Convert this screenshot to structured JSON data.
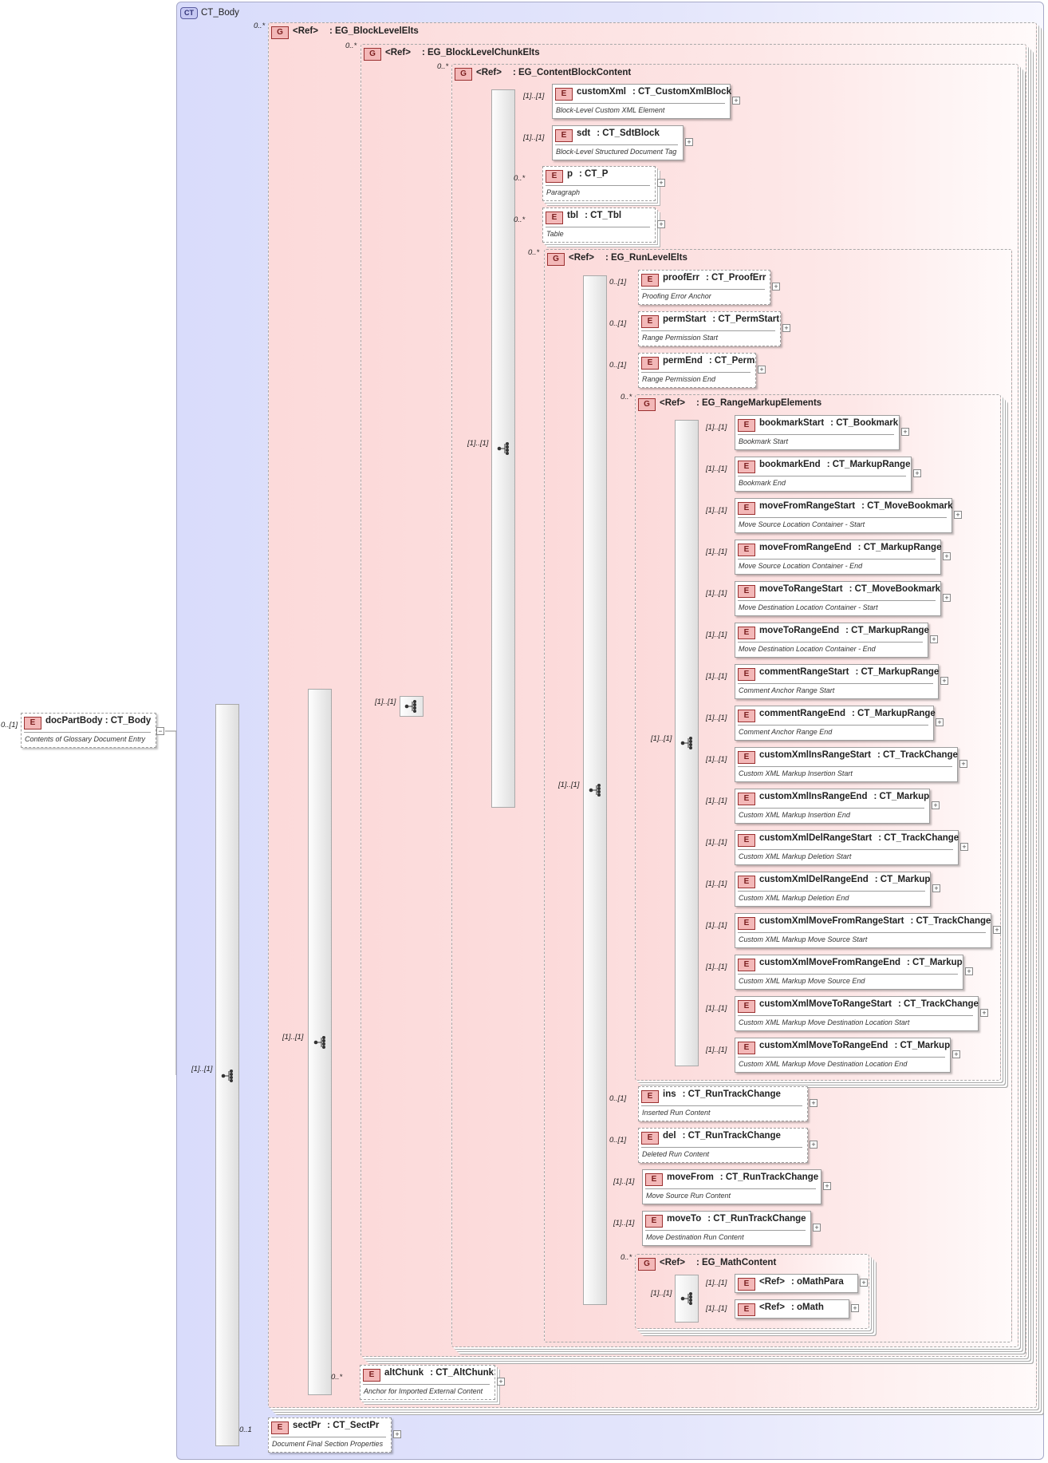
{
  "diagram": {
    "ct": {
      "badge": "CT",
      "name": "CT_Body"
    },
    "root": {
      "badge": "E",
      "name": "docPartBody",
      "type": ": CT_Body",
      "doc": "Contents of Glossary Document Entry",
      "card": "0..[1]",
      "toggle": "−"
    },
    "groups": {
      "block_level": {
        "badge": "G",
        "ref": "<Ref>",
        "name": ": EG_BlockLevelElts",
        "card": "0..*"
      },
      "chunk": {
        "badge": "G",
        "ref": "<Ref>",
        "name": ": EG_BlockLevelChunkElts",
        "card": "0..*"
      },
      "content_block": {
        "badge": "G",
        "ref": "<Ref>",
        "name": ": EG_ContentBlockContent",
        "card": "0..*"
      },
      "run_level": {
        "badge": "G",
        "ref": "<Ref>",
        "name": ": EG_RunLevelElts",
        "card": "0..*"
      },
      "range_markup": {
        "badge": "G",
        "ref": "<Ref>",
        "name": ": EG_RangeMarkupElements",
        "card": "0..*"
      },
      "math": {
        "badge": "G",
        "ref": "<Ref>",
        "name": ": EG_MathContent",
        "card": "0..*"
      }
    },
    "seq_cards": {
      "main": "[1]..[1]",
      "body_choice": "[1]..[1]",
      "chunk": "[1]..[1]",
      "content": "[1]..[1]",
      "run": "[1]..[1]",
      "range": "[1]..[1]",
      "math": "[1]..[1]"
    },
    "elements": [
      {
        "id": "customXml",
        "badge": "E",
        "name": "customXml",
        "type": ": CT_CustomXmlBlock",
        "doc": "Block-Level Custom XML Element",
        "card": "[1]..[1]",
        "toggle": "+"
      },
      {
        "id": "sdt",
        "badge": "E",
        "name": "sdt",
        "type": ": CT_SdtBlock",
        "doc": "Block-Level Structured Document Tag",
        "card": "[1]..[1]",
        "toggle": "+"
      },
      {
        "id": "p",
        "badge": "E",
        "name": "p",
        "type": ": CT_P",
        "doc": "Paragraph",
        "card": "0..*",
        "toggle": "+"
      },
      {
        "id": "tbl",
        "badge": "E",
        "name": "tbl",
        "type": ": CT_Tbl",
        "doc": "Table",
        "card": "0..*",
        "toggle": "+"
      },
      {
        "id": "proofErr",
        "badge": "E",
        "name": "proofErr",
        "type": ": CT_ProofErr",
        "doc": "Proofing Error Anchor",
        "card": "0..[1]",
        "toggle": "+"
      },
      {
        "id": "permStart",
        "badge": "E",
        "name": "permStart",
        "type": ": CT_PermStart",
        "doc": "Range Permission Start",
        "card": "0..[1]",
        "toggle": "+"
      },
      {
        "id": "permEnd",
        "badge": "E",
        "name": "permEnd",
        "type": ": CT_Perm",
        "doc": "Range Permission End",
        "card": "0..[1]",
        "toggle": "+"
      },
      {
        "id": "bookmarkStart",
        "badge": "E",
        "name": "bookmarkStart",
        "type": ": CT_Bookmark",
        "doc": "Bookmark Start",
        "card": "[1]..[1]",
        "toggle": "+"
      },
      {
        "id": "bookmarkEnd",
        "badge": "E",
        "name": "bookmarkEnd",
        "type": ": CT_MarkupRange",
        "doc": "Bookmark End",
        "card": "[1]..[1]",
        "toggle": "+"
      },
      {
        "id": "moveFromRangeStart",
        "badge": "E",
        "name": "moveFromRangeStart",
        "type": ": CT_MoveBookmark",
        "doc": "Move Source Location Container - Start",
        "card": "[1]..[1]",
        "toggle": "+"
      },
      {
        "id": "moveFromRangeEnd",
        "badge": "E",
        "name": "moveFromRangeEnd",
        "type": ": CT_MarkupRange",
        "doc": "Move Source Location Container - End",
        "card": "[1]..[1]",
        "toggle": "+"
      },
      {
        "id": "moveToRangeStart",
        "badge": "E",
        "name": "moveToRangeStart",
        "type": ": CT_MoveBookmark",
        "doc": "Move Destination Location Container - Start",
        "card": "[1]..[1]",
        "toggle": "+"
      },
      {
        "id": "moveToRangeEnd",
        "badge": "E",
        "name": "moveToRangeEnd",
        "type": ": CT_MarkupRange",
        "doc": "Move Destination Location Container - End",
        "card": "[1]..[1]",
        "toggle": "+"
      },
      {
        "id": "commentRangeStart",
        "badge": "E",
        "name": "commentRangeStart",
        "type": ": CT_MarkupRange",
        "doc": "Comment Anchor Range Start",
        "card": "[1]..[1]",
        "toggle": "+"
      },
      {
        "id": "commentRangeEnd",
        "badge": "E",
        "name": "commentRangeEnd",
        "type": ": CT_MarkupRange",
        "doc": "Comment Anchor Range End",
        "card": "[1]..[1]",
        "toggle": "+"
      },
      {
        "id": "customXmlInsRangeStart",
        "badge": "E",
        "name": "customXmlInsRangeStart",
        "type": ": CT_TrackChange",
        "doc": "Custom XML Markup Insertion Start",
        "card": "[1]..[1]",
        "toggle": "+"
      },
      {
        "id": "customXmlInsRangeEnd",
        "badge": "E",
        "name": "customXmlInsRangeEnd",
        "type": ": CT_Markup",
        "doc": "Custom XML Markup Insertion End",
        "card": "[1]..[1]",
        "toggle": "+"
      },
      {
        "id": "customXmlDelRangeStart",
        "badge": "E",
        "name": "customXmlDelRangeStart",
        "type": ": CT_TrackChange",
        "doc": "Custom XML Markup Deletion Start",
        "card": "[1]..[1]",
        "toggle": "+"
      },
      {
        "id": "customXmlDelRangeEnd",
        "badge": "E",
        "name": "customXmlDelRangeEnd",
        "type": ": CT_Markup",
        "doc": "Custom XML Markup Deletion End",
        "card": "[1]..[1]",
        "toggle": "+"
      },
      {
        "id": "customXmlMoveFromRangeStart",
        "badge": "E",
        "name": "customXmlMoveFromRangeStart",
        "type": ": CT_TrackChange",
        "doc": "Custom XML Markup Move Source Start",
        "card": "[1]..[1]",
        "toggle": "+"
      },
      {
        "id": "customXmlMoveFromRangeEnd",
        "badge": "E",
        "name": "customXmlMoveFromRangeEnd",
        "type": ": CT_Markup",
        "doc": "Custom XML Markup Move Source End",
        "card": "[1]..[1]",
        "toggle": "+"
      },
      {
        "id": "customXmlMoveToRangeStart",
        "badge": "E",
        "name": "customXmlMoveToRangeStart",
        "type": ": CT_TrackChange",
        "doc": "Custom XML Markup Move Destination Location Start",
        "card": "[1]..[1]",
        "toggle": "+"
      },
      {
        "id": "customXmlMoveToRangeEnd",
        "badge": "E",
        "name": "customXmlMoveToRangeEnd",
        "type": ": CT_Markup",
        "doc": "Custom XML Markup Move Destination Location End",
        "card": "[1]..[1]",
        "toggle": "+"
      },
      {
        "id": "ins",
        "badge": "E",
        "name": "ins",
        "type": ": CT_RunTrackChange",
        "doc": "Inserted Run Content",
        "card": "0..[1]",
        "toggle": "+"
      },
      {
        "id": "del",
        "badge": "E",
        "name": "del",
        "type": ": CT_RunTrackChange",
        "doc": "Deleted Run Content",
        "card": "0..[1]",
        "toggle": "+"
      },
      {
        "id": "moveFrom",
        "badge": "E",
        "name": "moveFrom",
        "type": ": CT_RunTrackChange",
        "doc": "Move Source Run Content",
        "card": "[1]..[1]",
        "toggle": "+"
      },
      {
        "id": "moveTo",
        "badge": "E",
        "name": "moveTo",
        "type": ": CT_RunTrackChange",
        "doc": "Move Destination Run Content",
        "card": "[1]..[1]",
        "toggle": "+"
      },
      {
        "id": "oMathPara",
        "badge": "E",
        "name": "<Ref>",
        "type": ": oMathPara",
        "doc": "",
        "card": "[1]..[1]",
        "toggle": "+"
      },
      {
        "id": "oMath",
        "badge": "E",
        "name": "<Ref>",
        "type": ": oMath",
        "doc": "",
        "card": "[1]..[1]",
        "toggle": "+"
      },
      {
        "id": "altChunk",
        "badge": "E",
        "name": "altChunk",
        "type": ": CT_AltChunk",
        "doc": "Anchor for Imported External Content",
        "card": "0..*",
        "toggle": "+"
      },
      {
        "id": "sectPr",
        "badge": "E",
        "name": "sectPr",
        "type": ": CT_SectPr",
        "doc": "Document Final Section Properties",
        "card": "0..1",
        "toggle": "+"
      }
    ]
  }
}
